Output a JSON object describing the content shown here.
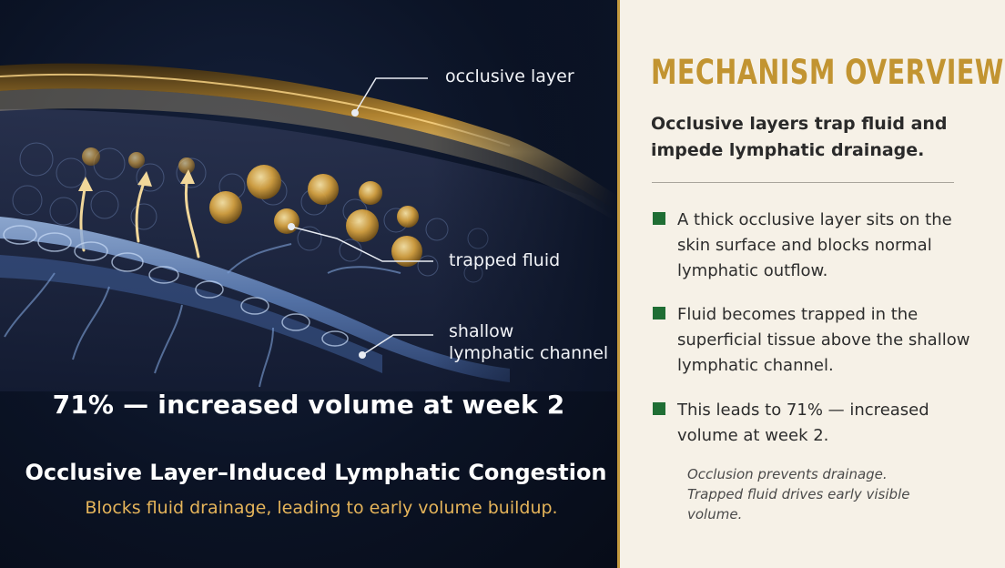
{
  "illustration": {
    "labels": {
      "occlusive_layer": "occlusive layer",
      "trapped_fluid": "trapped fluid",
      "lymphatic_channel_line1": "shallow",
      "lymphatic_channel_line2": "lymphatic channel"
    }
  },
  "left_panel": {
    "stat": "71% — increased volume at week 2",
    "title": "Occlusive Layer–Induced Lymphatic Congestion",
    "subtitle": "Blocks fluid drainage, leading to early volume buildup."
  },
  "right_panel": {
    "heading": "MECHANISM OVERVIEW",
    "summary": "Occlusive layers trap fluid and impede lymphatic drainage.",
    "bullets": [
      "A thick occlusive layer sits on the skin surface and blocks normal lymphatic outflow.",
      "Fluid becomes trapped in the superficial tissue above the shallow lymphatic channel.",
      "This leads to 71% — increased volume at week 2."
    ],
    "note": "Occlusion prevents drainage. Trapped fluid drives early visible volume."
  },
  "colors": {
    "accent_gold": "#c29431",
    "bullet_green": "#1f6e34",
    "panel_bg": "#f6f1e7",
    "dark_bg": "#0b1222",
    "subtitle_gold": "#e5b45a",
    "lymph_blue": "#7fa2d8"
  }
}
